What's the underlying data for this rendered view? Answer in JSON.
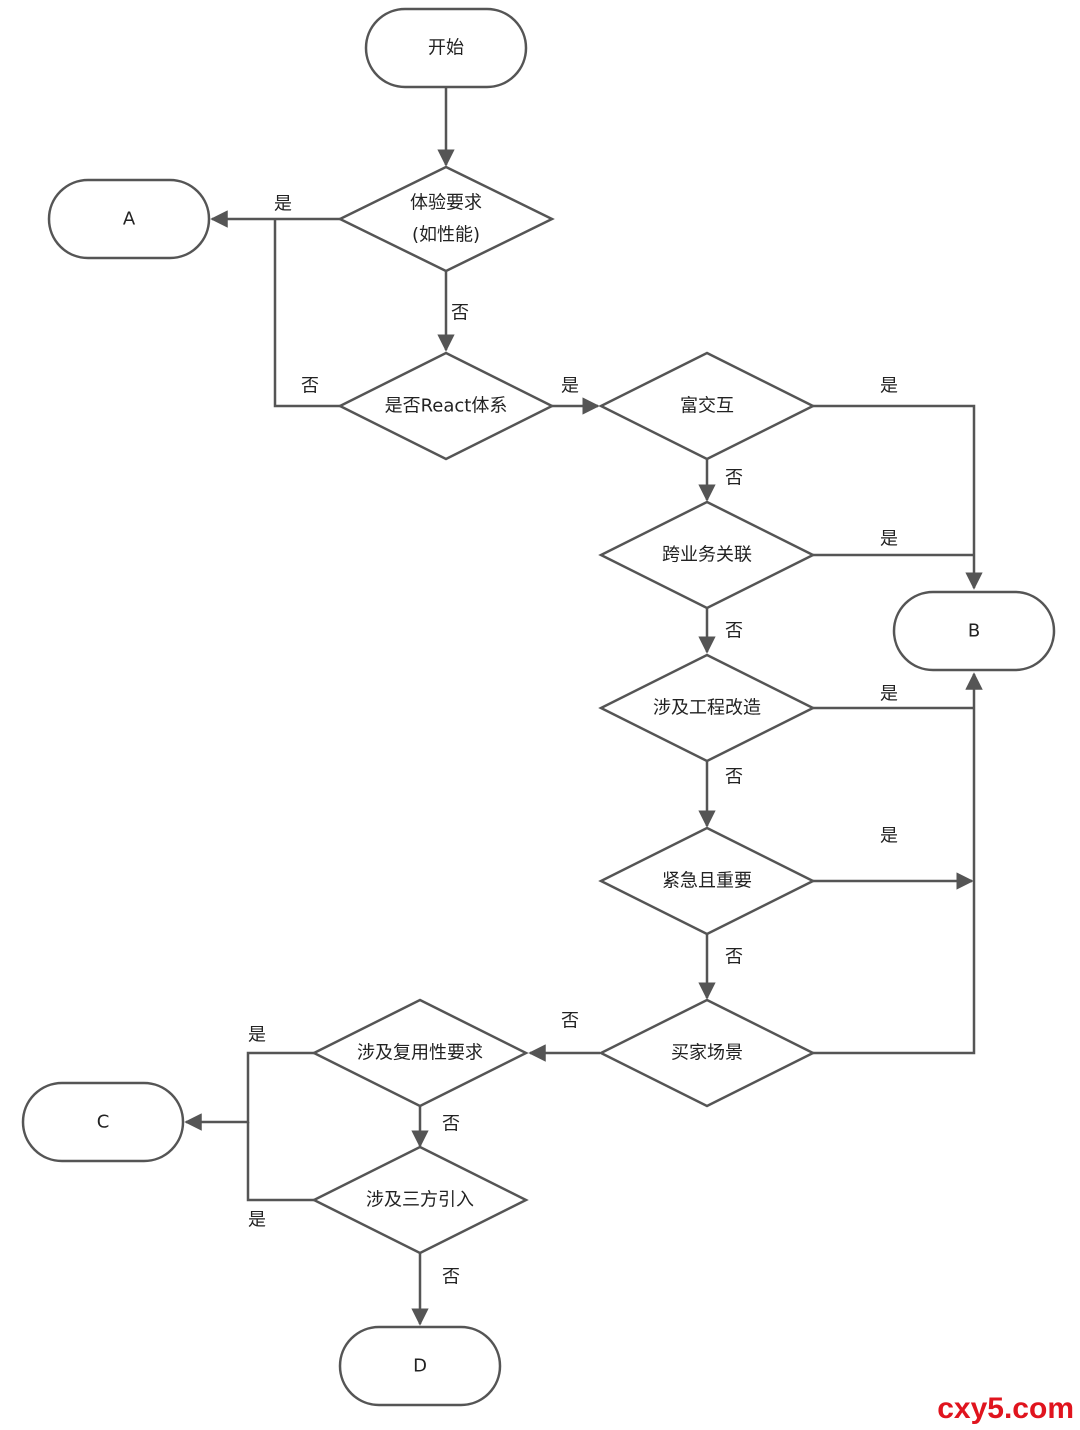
{
  "nodes": {
    "start": "开始",
    "q_experience_line1": "体验要求",
    "q_experience_line2": "(如性能)",
    "q_react": "是否React体系",
    "q_rich_interaction": "富交互",
    "q_cross_business": "跨业务关联",
    "q_engineering": "涉及工程改造",
    "q_urgent": "紧急且重要",
    "q_buyer_scene": "买家场景",
    "q_reuse": "涉及复用性要求",
    "q_third_party": "涉及三方引入",
    "end_a": "A",
    "end_b": "B",
    "end_c": "C",
    "end_d": "D"
  },
  "labels": {
    "yes": "是",
    "no": "否"
  },
  "watermark": "cxy5.com",
  "colors": {
    "stroke": "#555555",
    "text": "#222222",
    "watermark": "#e0141e"
  }
}
